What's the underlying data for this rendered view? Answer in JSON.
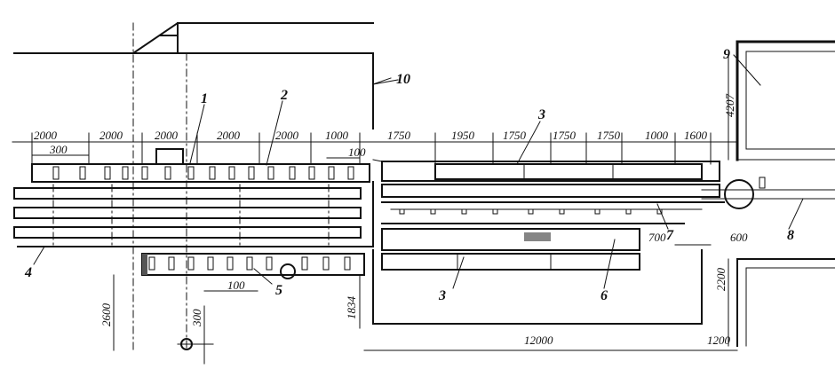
{
  "diagram": {
    "callouts": [
      "1",
      "2",
      "3",
      "3",
      "4",
      "5",
      "6",
      "7",
      "8",
      "9",
      "10"
    ],
    "dims_top": [
      "2000",
      "2000",
      "2000",
      "2000",
      "2000",
      "1000",
      "1750",
      "1950",
      "1750",
      "1750",
      "1750",
      "1000",
      "1600"
    ],
    "dims_small": [
      "300",
      "100"
    ],
    "dims_bottom": [
      "100",
      "12000",
      "1200"
    ],
    "dims_vertical": [
      "2600",
      "300",
      "1834",
      "2200",
      "4207"
    ],
    "dims_right": [
      "700",
      "600"
    ]
  }
}
